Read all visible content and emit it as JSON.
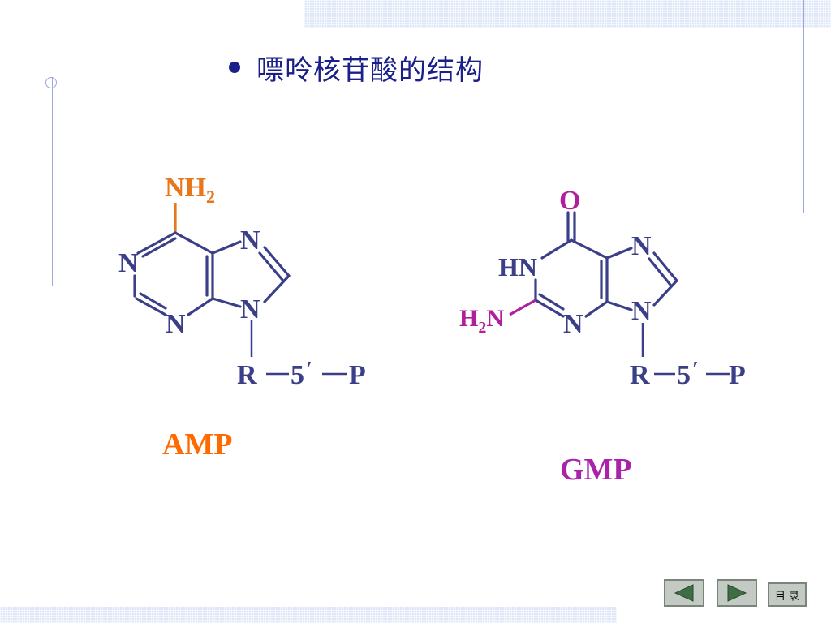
{
  "slide": {
    "title": "嘌呤核苷酸的结构",
    "bullet_icon": "bullet-dot-icon"
  },
  "molecules": {
    "amp": {
      "name": "AMP",
      "name_color": "#ff6a00",
      "substituent": "NH",
      "substituent_sub": "2",
      "substituent_color": "#e8761a",
      "ring_atoms": [
        "N",
        "N",
        "N",
        "N"
      ],
      "sugar": "R",
      "position": "5",
      "prime": "′",
      "phosphate": "P"
    },
    "gmp": {
      "name": "GMP",
      "name_color": "#aa22aa",
      "oxo": "O",
      "amino_h": "H",
      "amino_sub": "2",
      "amino_n": "N",
      "substituent_color": "#b0209a",
      "nh": "HN",
      "ring_atoms": [
        "N",
        "N",
        "N"
      ],
      "sugar": "R",
      "position": "5",
      "prime": "′",
      "phosphate": "P"
    }
  },
  "navigation": {
    "prev_icon": "triangle-left-icon",
    "next_icon": "triangle-right-icon",
    "menu_label": "目 录"
  },
  "colors": {
    "structure": "#3a3f88",
    "title": "#1b1f8a",
    "decor": "#9aa7d8"
  }
}
